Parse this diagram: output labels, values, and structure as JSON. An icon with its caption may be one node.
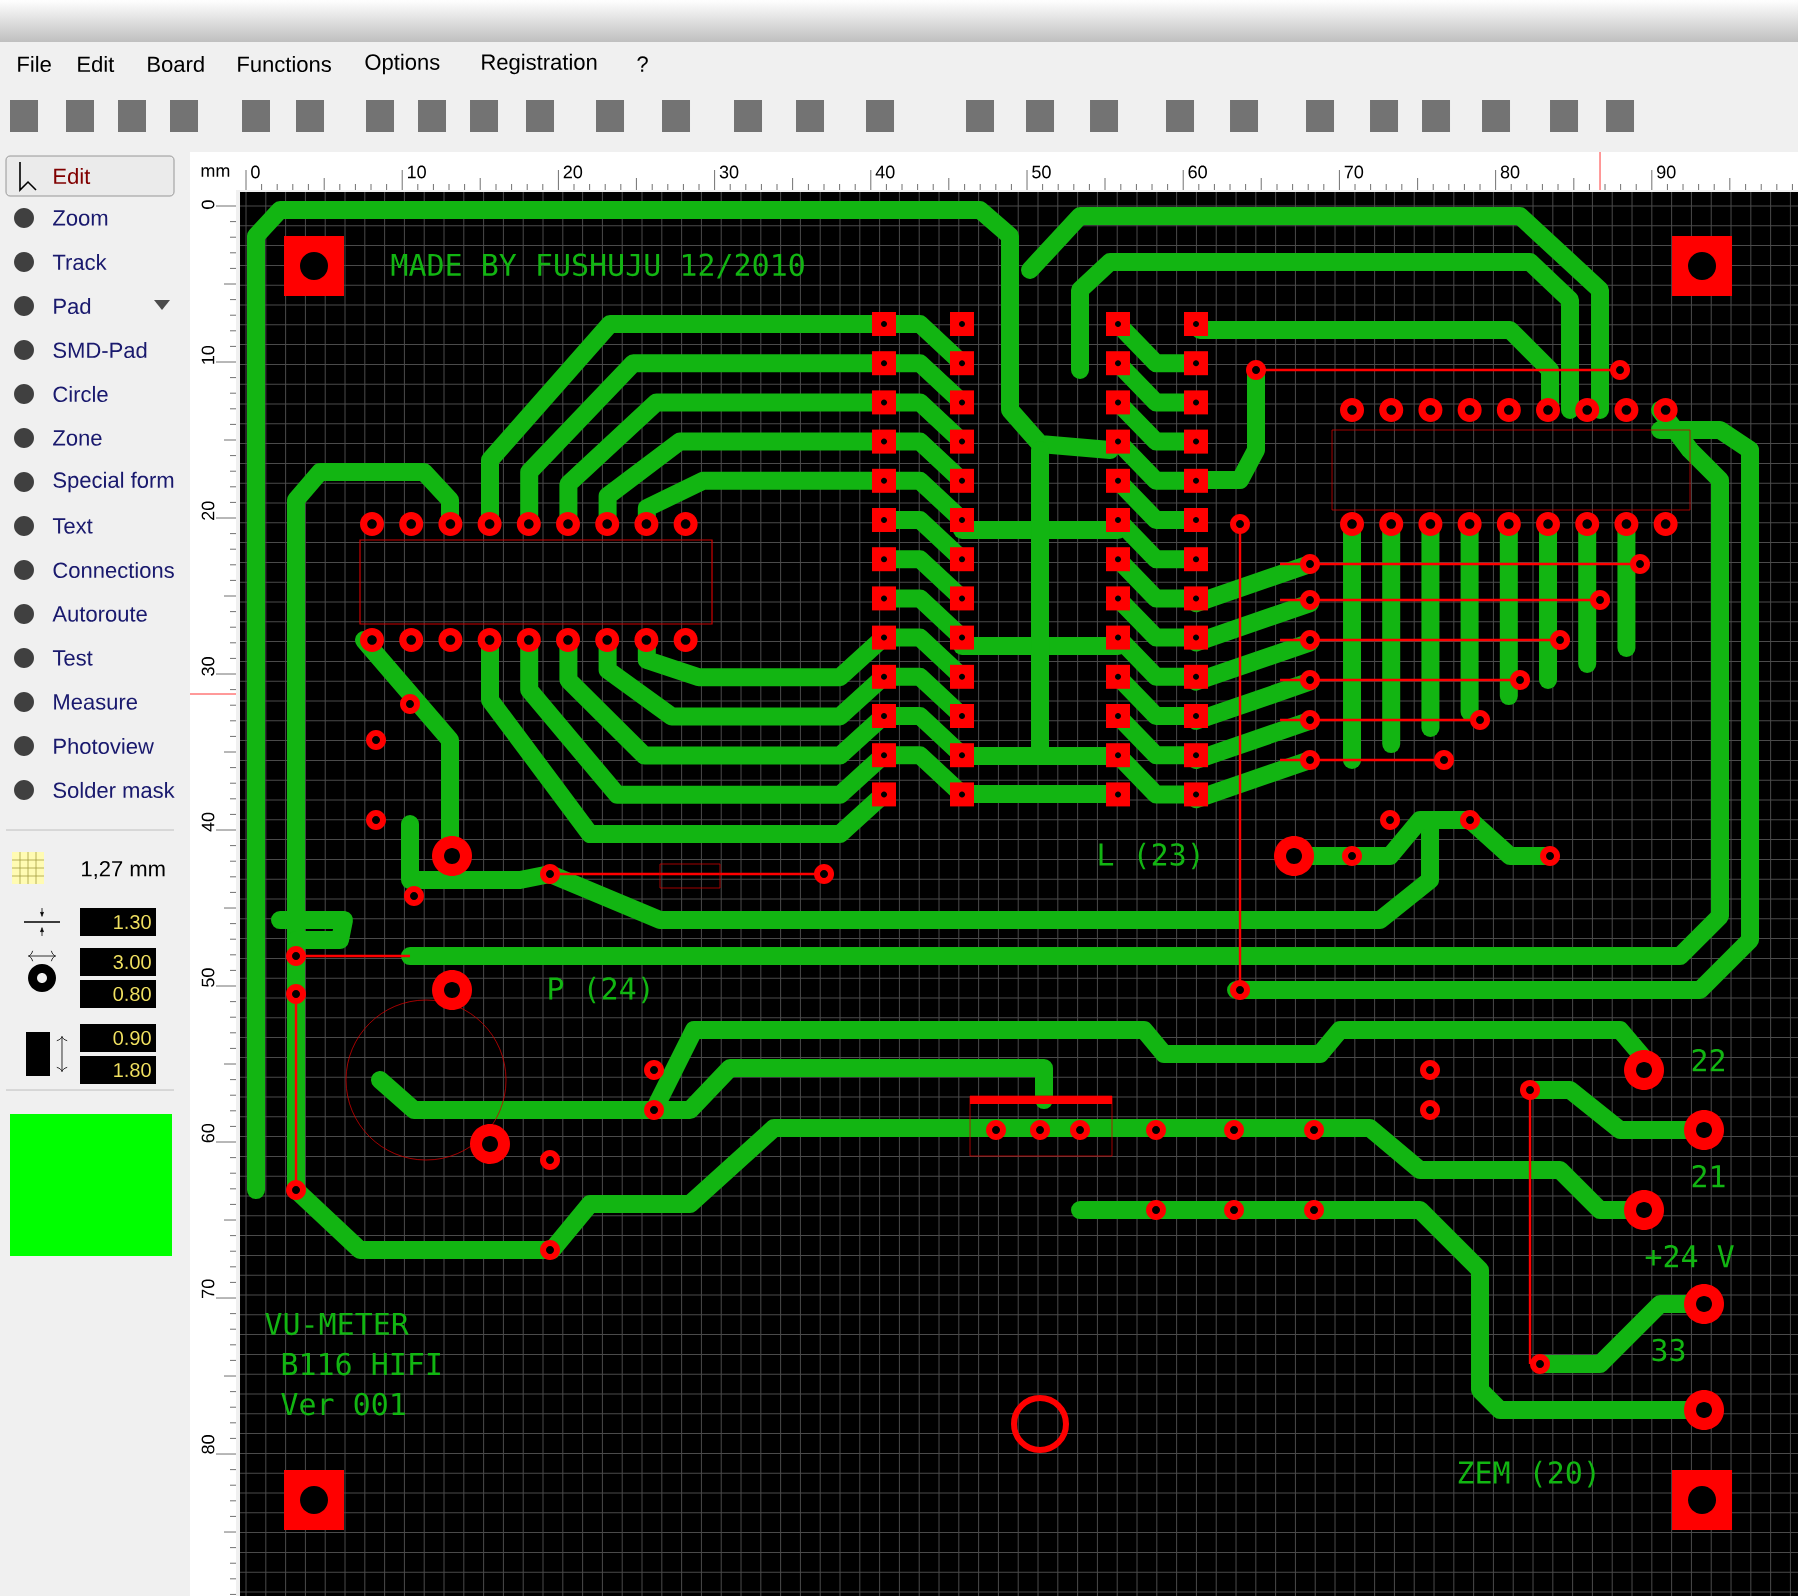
{
  "diagram": {
    "labels": [
      "File",
      "Edit",
      "Board",
      "Functions",
      "Options",
      "Registration",
      "?",
      "Edit",
      "Zoom",
      "Track",
      "Pad",
      "SMD-Pad",
      "Circle",
      "Zone",
      "Special form",
      "Text",
      "Connections",
      "Autoroute",
      "Test",
      "Measure",
      "Photoview",
      "Solder mask",
      "1,27 mm",
      "1.30",
      "3.00",
      "0.80",
      "0.90",
      "1.80",
      "mm",
      "0",
      "10",
      "20",
      "30",
      "40",
      "50",
      "60",
      "70",
      "80",
      "90",
      "0",
      "10",
      "20",
      "30",
      "40",
      "50",
      "60",
      "70",
      "80",
      "MADE BY FUSHUJU 12/2010",
      "L (23)",
      "P (24)",
      "22",
      "21",
      "+24 V",
      "33",
      "ZEM (20)",
      "VU-METER",
      "B116 HIFI",
      "Ver 001"
    ]
  }
}
